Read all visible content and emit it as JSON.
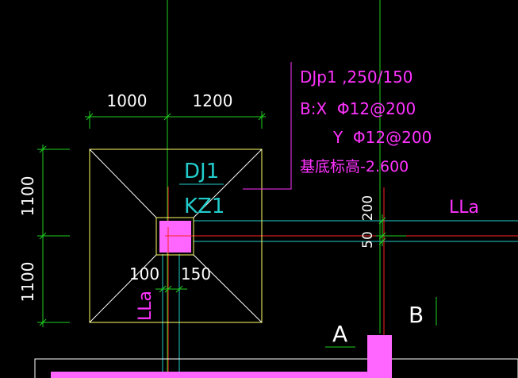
{
  "colors": {
    "background": "#000000",
    "green": "#1fd11f",
    "yellow": "#ffff66",
    "white": "#ffffff",
    "magenta": "#ff33ff",
    "red": "#ff2222",
    "cyan": "#22cccc",
    "fill_pink": "#ff66ff"
  },
  "dimensions": {
    "top_left": "1000",
    "top_right": "1200",
    "left_top": "1100",
    "left_bottom": "1100",
    "bottom_left": "100",
    "bottom_right": "150",
    "right_top": "200",
    "right_bottom": "50"
  },
  "labels": {
    "footing": "DJ1",
    "column": "KZ1",
    "lla_bottom": "LLa",
    "lla_right": "LLa",
    "axis_a": "A",
    "axis_b": "B"
  },
  "annotation": {
    "line1": "DJp1 ,250/150",
    "line2": "B:X  Φ12@200",
    "line3": "Y  Φ12@200",
    "line4": "基底标高-2.600"
  }
}
